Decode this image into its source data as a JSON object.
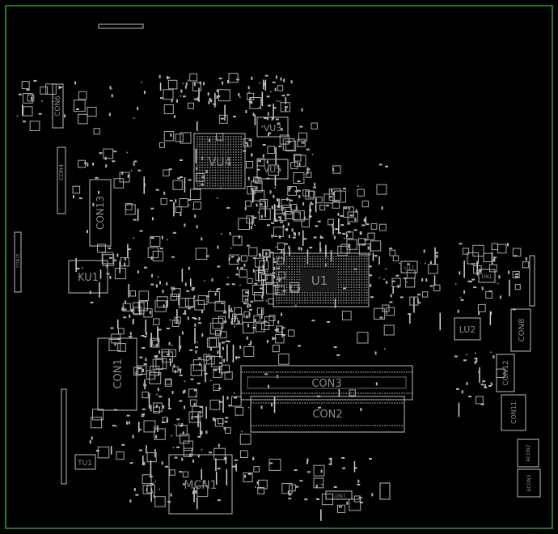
{
  "board": {
    "border_color": "#1f7a1f",
    "outline_color": "#bdbdbd",
    "label_color": "#8a8a8a",
    "labels": {
      "u1": "U1",
      "vu4": "VU4",
      "vu3": "VU3",
      "vu5": "VU5",
      "ku1": "KU1",
      "con13": "CON13",
      "con6": "CON6",
      "con4": "CON4",
      "con1": "CON1",
      "con3": "CON3",
      "con2": "CON2",
      "mcn1": "MCN1",
      "tu1": "TU1",
      "lu2": "LU2",
      "con8": "CON8",
      "con12": "CON12",
      "con11": "CON11",
      "acon2": "ACON2",
      "acon3": "ACON3",
      "con7": "CON7",
      "dn1": "DN1",
      "u17": "U17",
      "con15": "CON15"
    }
  }
}
